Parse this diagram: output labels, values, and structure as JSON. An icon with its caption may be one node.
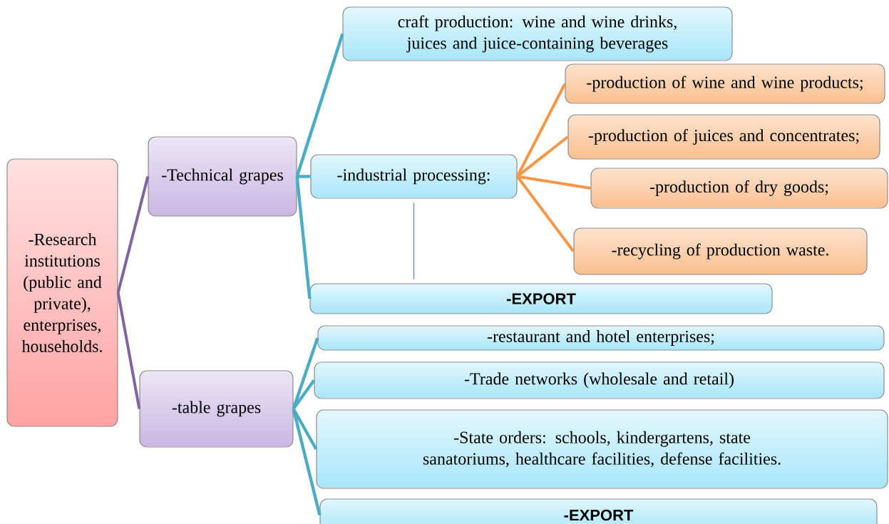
{
  "diagram": {
    "nodes": [
      {
        "text": [
          "-Research institutions (public and private), enterprises, households."
        ]
      },
      {
        "text": [
          "-Technical grapes"
        ]
      },
      {
        "text": [
          "-table grapes"
        ]
      },
      {
        "text": [
          "craft production: wine and wine drinks, juices and juice-containing beverages"
        ]
      },
      {
        "text": [
          "-industrial processing:"
        ]
      },
      {
        "text": [
          "-production of wine and wine products;"
        ]
      },
      {
        "text": [
          "-production of juices and concentrates;"
        ]
      },
      {
        "text": [
          "-production of dry goods;"
        ]
      },
      {
        "text": [
          "-recycling of production waste."
        ]
      },
      {
        "text": [
          "-EXPORT"
        ]
      },
      {
        "text": [
          "-restaurant and hotel enterprises;"
        ]
      },
      {
        "text": [
          "-Trade networks (wholesale and retail)"
        ]
      },
      {
        "text": [
          "-State orders: schools, kindergartens, state sanatoriums, healthcare facilities, defense facilities."
        ]
      },
      {
        "text": [
          "-EXPORT"
        ]
      }
    ],
    "edges": [
      {
        "from": 0,
        "to": 1,
        "arrow": "none",
        "color": "#8064a2"
      },
      {
        "from": 0,
        "to": 2,
        "arrow": "none",
        "color": "#8064a2"
      },
      {
        "from": 1,
        "to": 3,
        "arrow": "none"
      },
      {
        "from": 1,
        "to": 4,
        "arrow": "none"
      },
      {
        "from": 1,
        "to": 9,
        "arrow": "none"
      },
      {
        "from": 4,
        "to": 5,
        "arrow": "none",
        "color": "#f79646"
      },
      {
        "from": 4,
        "to": 6,
        "arrow": "none",
        "color": "#f79646"
      },
      {
        "from": 4,
        "to": 7,
        "arrow": "none",
        "color": "#f79646"
      },
      {
        "from": 4,
        "to": 8,
        "arrow": "none",
        "color": "#f79646"
      },
      {
        "from": 4,
        "to": 9,
        "arrow": "none",
        "color": "#4f81bd"
      },
      {
        "from": 2,
        "to": 10,
        "arrow": "none"
      },
      {
        "from": 2,
        "to": 11,
        "arrow": "none"
      },
      {
        "from": 2,
        "to": 12,
        "arrow": "none"
      },
      {
        "from": 2,
        "to": 13,
        "arrow": "none"
      }
    ]
  }
}
